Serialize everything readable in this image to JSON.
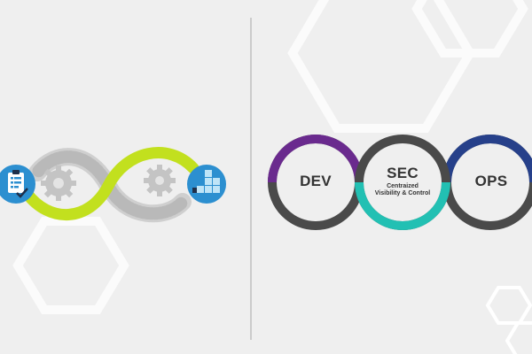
{
  "colors": {
    "background": "#efefef",
    "infinity_gray": "#cfcfcf",
    "infinity_green": "#c2e01e",
    "icon_blue": "#2c8fd0",
    "ring_dark": "#4a4a4a",
    "dev_accent": "#6a2a8e",
    "sec_accent": "#22c0b3",
    "ops_accent": "#26408a",
    "divider": "#b0b0b0",
    "hex_outline": "#ffffff"
  },
  "left_panel": {
    "left_icon": "clipboard-checklist-icon",
    "right_icon": "stacked-blocks-icon",
    "gear_icons": [
      "gear-icon",
      "gear-icon"
    ]
  },
  "rings": {
    "dev": {
      "label": "DEV"
    },
    "sec": {
      "label": "SEC",
      "sublabel_line1": "Centraized",
      "sublabel_line2": "Visibility & Control"
    },
    "ops": {
      "label": "OPS"
    }
  }
}
